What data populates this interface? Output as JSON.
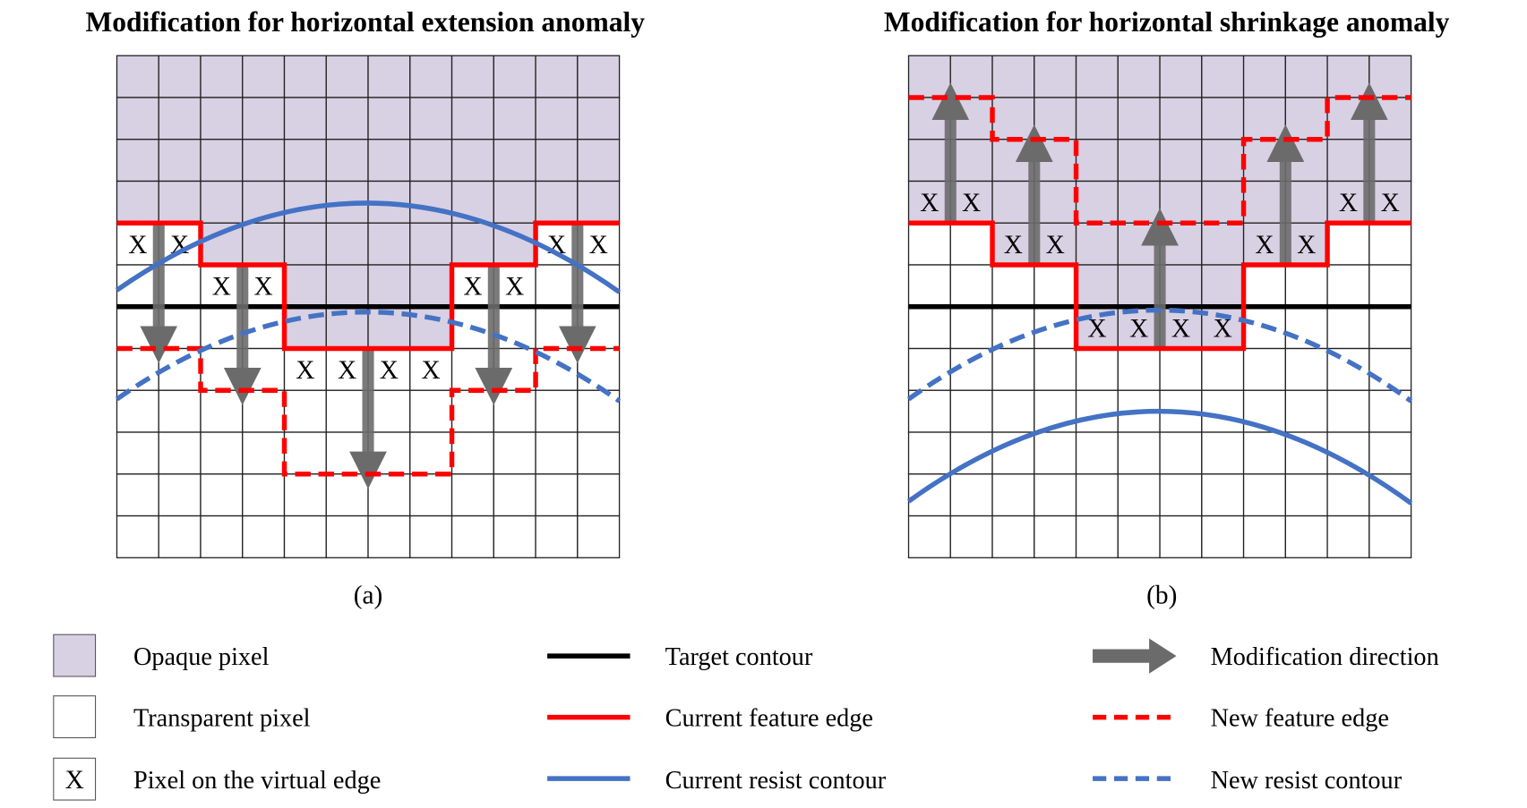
{
  "colors": {
    "opaque": "#d8d0e3",
    "red": "#ff0000",
    "blue": "#4472c4",
    "arrow": "#6b6b6b",
    "target": "#000000"
  },
  "panels": [
    {
      "title": "Modification for horizontal extension anomaly",
      "caption": "(a)",
      "grid_size": 12,
      "opaque_rows_full": 4,
      "opaque_extra": [
        [
          4,
          2,
          9
        ],
        [
          5,
          4,
          7
        ],
        [
          6,
          4,
          7
        ]
      ],
      "x_cells": [
        [
          4,
          0
        ],
        [
          4,
          1
        ],
        [
          4,
          10
        ],
        [
          4,
          11
        ],
        [
          5,
          2
        ],
        [
          5,
          3
        ],
        [
          5,
          8
        ],
        [
          5,
          9
        ],
        [
          7,
          4
        ],
        [
          7,
          5
        ],
        [
          7,
          6
        ],
        [
          7,
          7
        ]
      ],
      "x_label": "X",
      "current_edge_rows": [
        4,
        5,
        7,
        5,
        4
      ],
      "new_edge_rows": [
        7,
        8,
        10,
        8,
        7
      ],
      "direction": "down"
    },
    {
      "title": "Modification for horizontal shrinkage anomaly",
      "caption": "(b)",
      "grid_size": 12,
      "opaque_rows_full": 4,
      "opaque_extra": [
        [
          4,
          2,
          9
        ],
        [
          5,
          4,
          7
        ],
        [
          6,
          4,
          7
        ]
      ],
      "x_cells": [
        [
          3,
          0
        ],
        [
          3,
          1
        ],
        [
          3,
          10
        ],
        [
          3,
          11
        ],
        [
          4,
          2
        ],
        [
          4,
          3
        ],
        [
          4,
          8
        ],
        [
          4,
          9
        ],
        [
          6,
          4
        ],
        [
          6,
          5
        ],
        [
          6,
          6
        ],
        [
          6,
          7
        ]
      ],
      "x_label": "X",
      "current_edge_rows": [
        4,
        5,
        7,
        5,
        4
      ],
      "new_edge_rows": [
        1,
        2,
        4,
        2,
        1
      ],
      "direction": "up"
    }
  ],
  "legend": {
    "opaque": "Opaque pixel",
    "transparent": "Transparent pixel",
    "virtual_edge": "Pixel on the virtual edge",
    "virtual_edge_symbol": "X",
    "target": "Target contour",
    "current_edge": "Current feature edge",
    "current_resist": "Current resist contour",
    "direction": "Modification direction",
    "new_edge": "New feature edge",
    "new_resist": "New resist contour"
  }
}
